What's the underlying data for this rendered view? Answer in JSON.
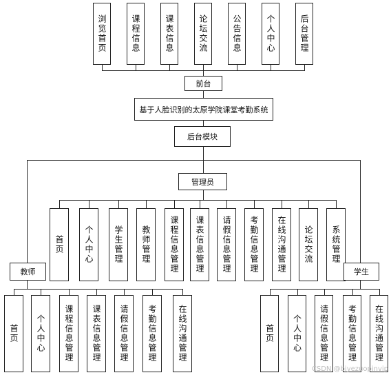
{
  "frontend": {
    "label": "前台",
    "modules": [
      "浏览首页",
      "课程信息",
      "课表信息",
      "论坛交流",
      "公告信息",
      "个人中心",
      "后台管理"
    ]
  },
  "system": {
    "title": "基于人脸识别的太原学院课堂考勤系统"
  },
  "backend": {
    "label": "后台模块"
  },
  "admin": {
    "label": "管理员",
    "modules": [
      "首页",
      "个人中心",
      "学生管理",
      "教师管理",
      "课程信息管理",
      "课表信息管理",
      "请假信息管理",
      "考勤信息管理",
      "在线沟通管理",
      "论坛交流",
      "系统管理"
    ]
  },
  "teacher": {
    "label": "教师",
    "modules": [
      "首页",
      "个人中心",
      "课程信息管理",
      "课表信息管理",
      "请假信息管理",
      "考勤信息管理",
      "在线沟通管理"
    ]
  },
  "student": {
    "label": "学生",
    "modules": [
      "首页",
      "个人中心",
      "请假信息管理",
      "考勤信息管理",
      "在线沟通管理"
    ]
  },
  "watermark": "CSDN @biyezuopinvip"
}
